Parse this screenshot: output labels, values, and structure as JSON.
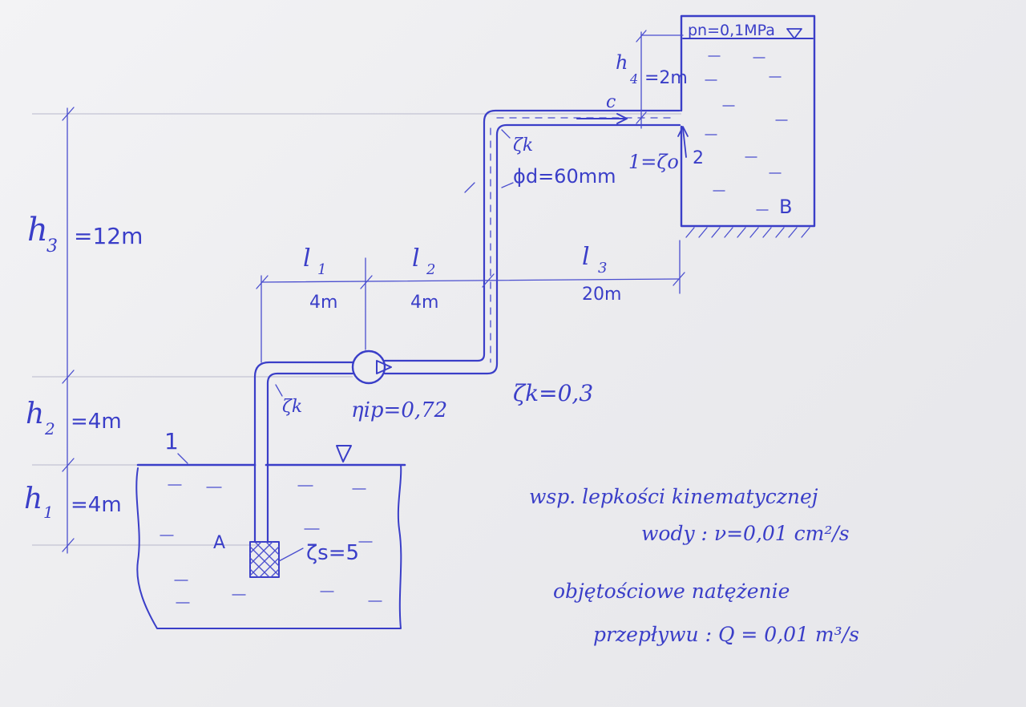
{
  "labels": {
    "h3_sym": "h",
    "h3_sub": "3",
    "h3_val": "=12m",
    "h2_sym": "h",
    "h2_sub": "2",
    "h2_val": "=4m",
    "h1_sym": "h",
    "h1_sub": "1",
    "h1_val": "=4m",
    "h4_sym": "h",
    "h4_sub": "4",
    "h4_val": "=2m",
    "l1_sym": "l",
    "l1_sub": "1",
    "l1_val": "4m",
    "l2_sym": "l",
    "l2_sub": "2",
    "l2_val": "4m",
    "l3_sym": "l",
    "l3_sub": "3",
    "l3_val": "20m",
    "pn": "pn=0,1MPa",
    "velocity": "c",
    "zeta_k_top": "ζk",
    "diameter": "ϕd=60mm",
    "zeta_o": "1=ζo",
    "point2": "2",
    "tank_b": "B",
    "point1": "1",
    "tank_a": "A",
    "zeta_k_bottom": "ζk",
    "pump_eff": "ηip=0,72",
    "zeta_k_value": "ζk=0,3",
    "zeta_s": "ζs=5",
    "viscosity_line1": "wsp. lepkości kinematycznej",
    "viscosity_line2": "wody : ν=0,01 cm²/s",
    "flow_line1": "objętościowe natężenie",
    "flow_line2": "przepływu : Q = 0,01 m³/s"
  },
  "colors": {
    "ink": "#3a3ec8",
    "paper": "#ececee"
  }
}
